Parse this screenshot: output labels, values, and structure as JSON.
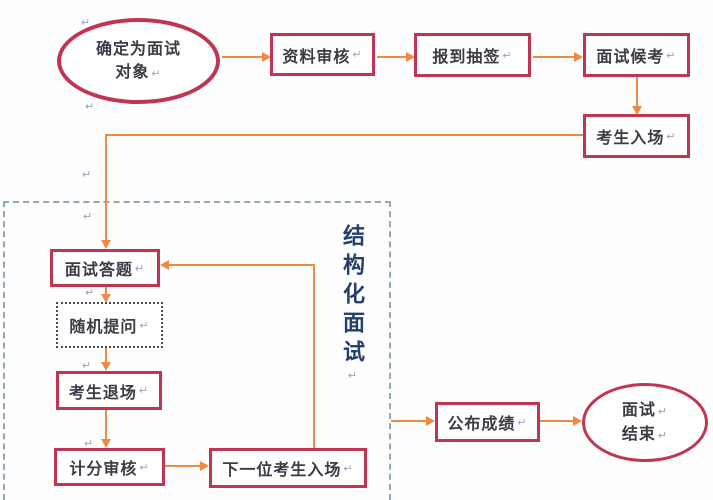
{
  "colors": {
    "border_red": "#c03551",
    "arrow_orange": "#ed8b44",
    "dashed_blue": "#8fa9b8",
    "dot_border": "#4a4a55",
    "text_dark": "#3b3c46",
    "group_text": "#23406e",
    "mark_blue": "#93a3c6"
  },
  "marks": {
    "return_mark": "↵"
  },
  "flowchart": {
    "start": {
      "line1": "确定为面试",
      "line2": "对象"
    },
    "material_review": "资料审核",
    "checkin_draw": "报到抽签",
    "interview_waiting": "面试候考",
    "candidate_enter": "考生入场",
    "interview_answer": "面试答题",
    "random_question": "随机提问",
    "candidate_exit": "考生退场",
    "score_review": "计分审核",
    "next_candidate_enter": "下一位考生入场",
    "publish_score": "公布成绩",
    "end": {
      "line1": "面试",
      "line2": "结束"
    },
    "group_label": "结构化面试"
  }
}
